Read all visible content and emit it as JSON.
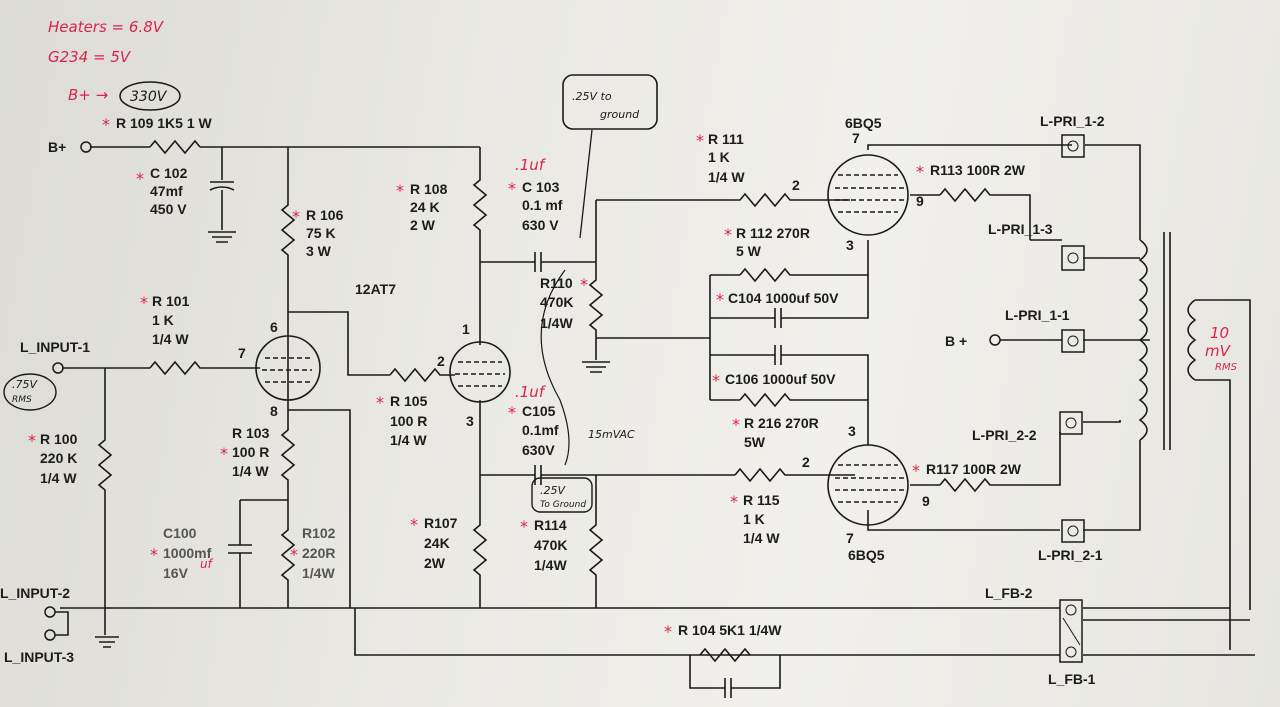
{
  "notes": {
    "heaters": "Heaters = 6.8V",
    "g234": "G234 = 5V",
    "bplus_prefix": "B+ →",
    "bplus_value": "330V",
    "v25_top_1": ".25V to",
    "v25_top_2": "ground",
    "v25_bot_1": ".25V",
    "v25_bot_2": "To Ground",
    "in_level_1": ".75V",
    "in_level_2": "RMS",
    "ac15": "15mVAC",
    "out_1": "10",
    "out_2": "mV",
    "out_3": "RMS",
    "c103_note": ".1uf",
    "c105_note": ".1uf",
    "c100_note": "uf",
    "star": "*"
  },
  "labels": {
    "bplus": "B+",
    "bplus_right": "B +",
    "r109": "R 109 1K5 1 W",
    "c102_1": "C 102",
    "c102_2": "47mf",
    "c102_3": "450 V",
    "r106_1": "R 106",
    "r106_2": "75 K",
    "r106_3": "3 W",
    "r108_1": "R 108",
    "r108_2": "24 K",
    "r108_3": "2 W",
    "c103_1": "C 103",
    "c103_2": "0.1 mf",
    "c103_3": "630 V",
    "r111_1": "R 111",
    "r111_2": "1 K",
    "r111_3": "1/4 W",
    "v6bq5_top": "6BQ5",
    "v6bq5_bot": "6BQ5",
    "lpri12": "L-PRI_1-2",
    "lpri13": "L-PRI_1-3",
    "lpri11": "L-PRI_1-1",
    "lpri22": "L-PRI_2-2",
    "lpri21": "L-PRI_2-1",
    "r113": "R113 100R 2W",
    "r112_1": "R 112 270R",
    "r112_2": "5 W",
    "c104": "C104 1000uf 50V",
    "c106": "C106 1000uf 50V",
    "r216_1": "R 216 270R",
    "r216_2": "5W",
    "r117": "R117 100R 2W",
    "r115_1": "R 115",
    "r115_2": "1 K",
    "r115_3": "1/4 W",
    "tube12at7": "12AT7",
    "r101_1": "R 101",
    "r101_2": "1 K",
    "r101_3": "1/4 W",
    "linput1": "L_INPUT-1",
    "linput2": "L_INPUT-2",
    "linput3": "L_INPUT-3",
    "r100_1": "R 100",
    "r100_2": "220 K",
    "r100_3": "1/4 W",
    "r103_1": "R 103",
    "r103_2": "100 R",
    "r103_3": "1/4 W",
    "r105_1": "R 105",
    "r105_2": "100 R",
    "r105_3": "1/4 W",
    "r110_1": "R110",
    "r110_2": "470K",
    "r110_3": "1/4W",
    "c105_1": "C105",
    "c105_2": "0.1mf",
    "c105_3": "630V",
    "c100_1": "C100",
    "c100_2": "1000mf",
    "c100_3": "16V",
    "r102_1": "R102",
    "r102_2": "220R",
    "r102_3": "1/4W",
    "r107_1": "R107",
    "r107_2": "24K",
    "r107_3": "2W",
    "r114_1": "R114",
    "r114_2": "470K",
    "r114_3": "1/4W",
    "r104": "R 104 5K1 1/4W",
    "lfb2": "L_FB-2",
    "lfb1": "L_FB-1",
    "pin6": "6",
    "pin7": "7",
    "pin8": "8",
    "pin1": "1",
    "pin2": "2",
    "pin3": "3",
    "p6bq5_top_7": "7",
    "p6bq5_top_2": "2",
    "p6bq5_top_9": "9",
    "p6bq5_top_3": "3",
    "p6bq5_bot_3": "3",
    "p6bq5_bot_2": "2",
    "p6bq5_bot_9": "9",
    "p6bq5_bot_7": "7"
  }
}
